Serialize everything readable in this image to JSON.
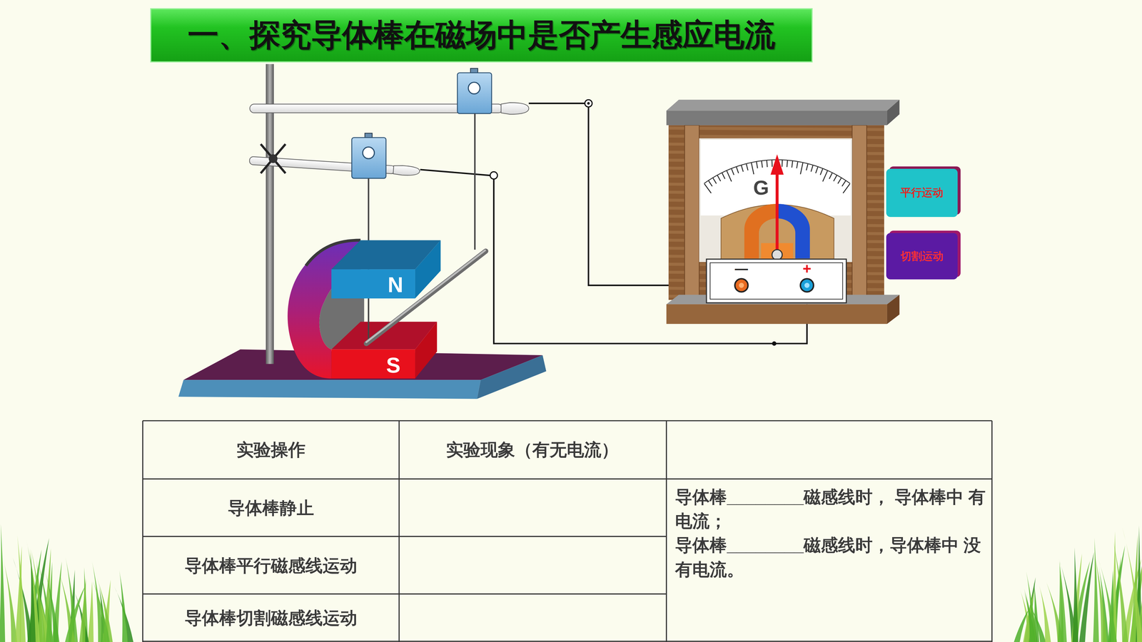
{
  "diagram": {
    "title": "一、探究导体棒在磁场中是否产生感应电流",
    "nodes": [
      {
        "text": [
          "平行运动"
        ]
      },
      {
        "text": [
          "切割运动"
        ]
      }
    ],
    "labels": [
      "N",
      "S",
      "G",
      "—",
      "+",
      "实验操作",
      "实验现象（有无电流）",
      "导体棒静止",
      "导体棒平行磁感线运动",
      "导体棒切割磁感线运动",
      "导体棒________磁感线时， 导体棒中 有电流；",
      "导体棒________磁感线时，导体棒中 没有电流。"
    ]
  }
}
